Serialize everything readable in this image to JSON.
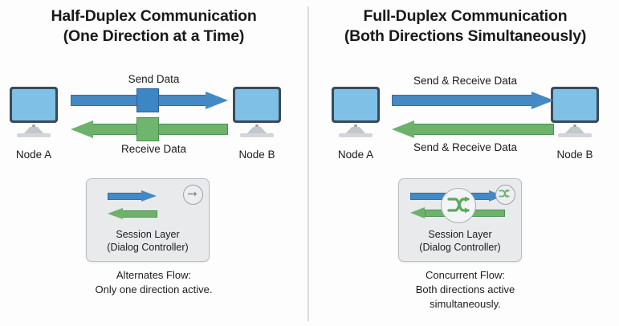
{
  "colors": {
    "background": "#fdfdfd",
    "blue_arrow": "#4488c4",
    "green_arrow": "#6cb26a",
    "monitor_frame": "#3a4a59",
    "monitor_screen": "#7ec0e6",
    "card_fill": "#e8eaec",
    "card_border": "#b9bec3",
    "divider": "#dcdcdc",
    "text": "#1c1c1c"
  },
  "panels": [
    {
      "id": "half-duplex",
      "title_line1": "Half-Duplex Communication",
      "title_line2": "(One Direction at a Time)",
      "node_a": "Node A",
      "node_b": "Node B",
      "top_arrow_label": "Send Data",
      "bottom_arrow_label": "Receive Data",
      "top_arrow_direction": "right",
      "bottom_arrow_direction": "left",
      "has_mid_blocks": true,
      "session_card": {
        "line1": "Session Layer",
        "line2": "(Dialog Controller)",
        "badge_icon": "right-arrow-icon",
        "badge_color": "#8c9298",
        "inner_icon": "two-opposing-arrows-icon"
      },
      "caption_line1": "Alternates Flow:",
      "caption_line2": "Only one direction active.",
      "caption_line3": ""
    },
    {
      "id": "full-duplex",
      "title_line1": "Full-Duplex Communication",
      "title_line2": "(Both Directions Simultaneously)",
      "node_a": "Node A",
      "node_b": "Node B",
      "top_arrow_label": "Send & Receive Data",
      "bottom_arrow_label": "Send & Receive Data",
      "top_arrow_direction": "right",
      "bottom_arrow_direction": "left",
      "has_mid_blocks": false,
      "session_card": {
        "line1": "Session Layer",
        "line2": "(Dialog Controller)",
        "badge_icon": "shuffle-icon",
        "badge_color": "#6cb26a",
        "inner_icon": "crossing-arrows-shuffle-icon"
      },
      "caption_line1": "Concurrent Flow:",
      "caption_line2": "Both directions active",
      "caption_line3": "simultaneously."
    }
  ]
}
